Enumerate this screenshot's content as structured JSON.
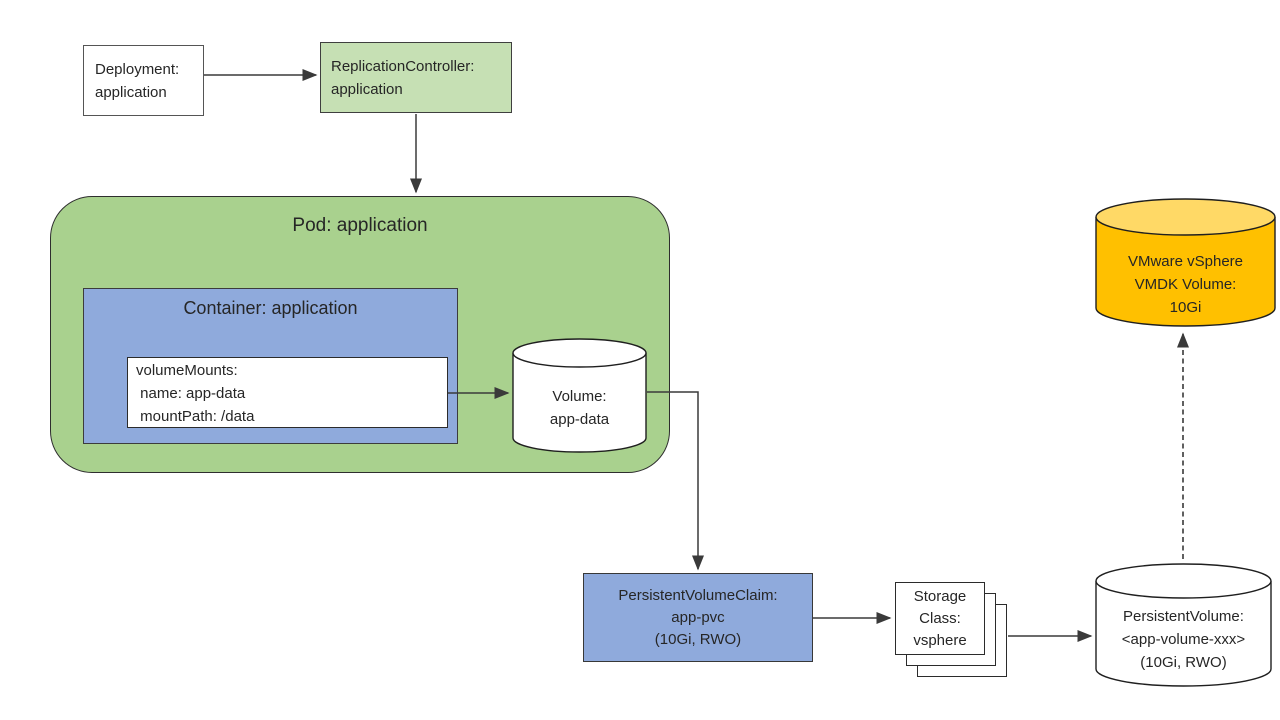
{
  "colors": {
    "pod_fill": "#a9d18e",
    "rc_fill": "#c6e0b4",
    "container_fill": "#8faadc",
    "pvc_fill": "#8faadc",
    "cylinder_fill": "#ffffff",
    "vmdk_body": "#ffc000",
    "vmdk_top": "#ffd966",
    "connector": "#3a3a3a"
  },
  "nodes": {
    "deployment": {
      "label": "Deployment:\napplication"
    },
    "replication_controller": {
      "label": "ReplicationController:\napplication"
    },
    "pod": {
      "title": "Pod: application"
    },
    "container": {
      "title": "Container: application"
    },
    "volume_mounts": {
      "label": "volumeMounts:\n name: app-data\n mountPath: /data"
    },
    "volume": {
      "label": "Volume:\napp-data"
    },
    "pvc": {
      "label": "PersistentVolumeClaim:\napp-pvc\n(10Gi, RWO)"
    },
    "storage_class": {
      "label": "Storage\nClass:\nvsphere"
    },
    "persistent_volume": {
      "label": "PersistentVolume:\n<app-volume-xxx>\n(10Gi, RWO)"
    },
    "vmdk_volume": {
      "label": "VMware vSphere\nVMDK Volume:\n10Gi"
    }
  }
}
